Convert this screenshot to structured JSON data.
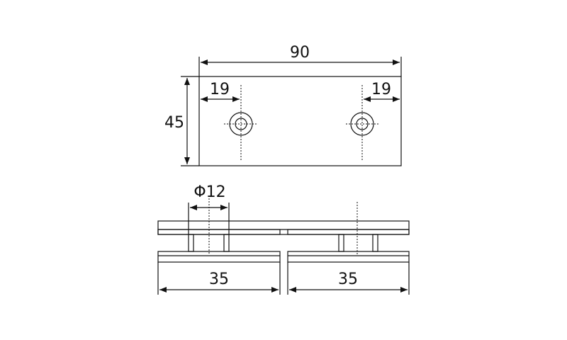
{
  "drawing": {
    "line_color": "#111111",
    "background": "#ffffff",
    "top_view": {
      "width_label": "90",
      "height_label": "45",
      "left_hole_offset_label": "19",
      "right_hole_offset_label": "19"
    },
    "side_view": {
      "hole_diameter_label": "Φ12",
      "left_clamp_width_label": "35",
      "right_clamp_width_label": "35"
    }
  }
}
